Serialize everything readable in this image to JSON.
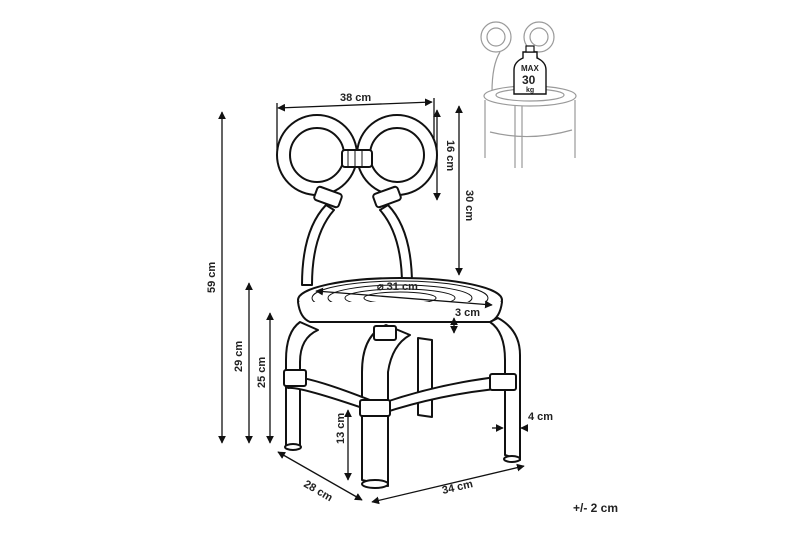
{
  "dimensions": {
    "width": "38 cm",
    "back_height": "16 cm",
    "back_total": "30 cm",
    "total_height": "59 cm",
    "seat_height": "29 cm",
    "rail_height": "25 cm",
    "seat_diameter": "⌀ 31 cm",
    "seat_thickness": "3 cm",
    "leg_thickness": "4 cm",
    "leg_rail": "13 cm",
    "depth": "28 cm",
    "front_width": "34 cm"
  },
  "load_badge": {
    "line1": "MAX",
    "line2": "30",
    "line3": "kg"
  },
  "tolerance": "+/- 2 cm"
}
